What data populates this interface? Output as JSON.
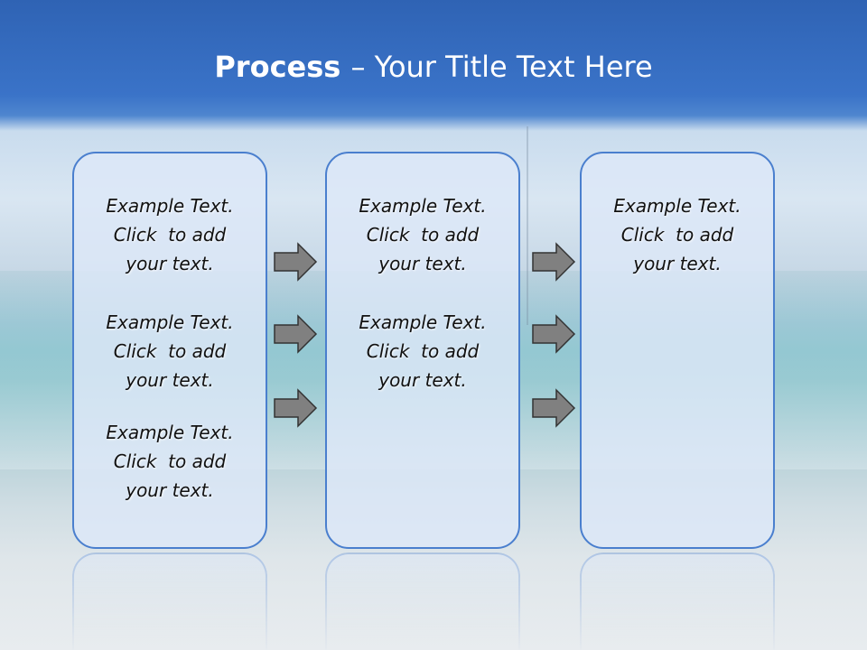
{
  "title": {
    "bold": "Process ",
    "rest": " – Your Title Text Here"
  },
  "columns": [
    {
      "items": [
        {
          "l1": "Example Text.",
          "l2": "Click  to add",
          "l3": "your text."
        },
        {
          "l1": "Example Text.",
          "l2": "Click  to add",
          "l3": "your text."
        },
        {
          "l1": "Example Text.",
          "l2": "Click  to add",
          "l3": "your text."
        }
      ]
    },
    {
      "items": [
        {
          "l1": "Example Text.",
          "l2": "Click  to add",
          "l3": "your text."
        },
        {
          "l1": "Example Text.",
          "l2": "Click  to add",
          "l3": "your text."
        }
      ]
    },
    {
      "items": [
        {
          "l1": "Example Text.",
          "l2": "Click  to add",
          "l3": "your text."
        }
      ]
    }
  ],
  "colors": {
    "title_bar": "#2f63b4",
    "panel_border": "#4a7fce",
    "panel_fill": "#dde8f8",
    "arrow_fill": "#808080"
  },
  "icons": {
    "arrow": "right-arrow-icon"
  }
}
